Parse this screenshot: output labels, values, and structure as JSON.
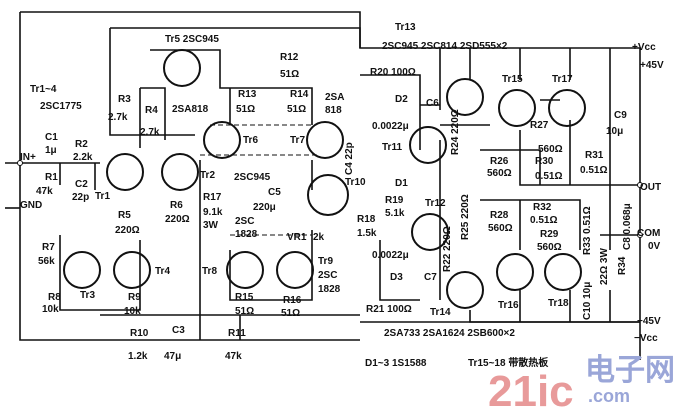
{
  "labels": {
    "tr5": "Tr5 2SC945",
    "tr13": "Tr13",
    "top_parts": "2SC945  2SC814  2SD555×2",
    "vcc_pos": "+Vcc",
    "v_pos": "+45V",
    "r12": "R12",
    "r12v": "51Ω",
    "tr1_4": "Tr1~4",
    "sc1775": "2SC1775",
    "r3": "R3",
    "r3v": "2.7k",
    "r4": "R4",
    "r4v": "2.7k",
    "sa818a": "2SA818",
    "r13": "R13",
    "r13v": "51Ω",
    "r14": "R14",
    "r14v": "51Ω",
    "sa818b1": "2SA",
    "sa818b2": "818",
    "r20": "R20 100Ω",
    "d2": "D2",
    "c6": "C6",
    "c6v": "0.0022μ",
    "tr11": "Tr11",
    "r24": "R24 220Ω",
    "tr15": "Tr15",
    "tr17": "Tr17",
    "r27": "R27",
    "r27v": "560Ω",
    "r26": "R26",
    "r26v": "560Ω",
    "r30": "R30",
    "r30v": "0.51Ω",
    "r31": "R31",
    "r31v": "0.51Ω",
    "c9": "C9",
    "c9v": "10μ",
    "out": "OUT",
    "com": "COM",
    "zero": "0V",
    "c1": "C1",
    "c1v": "1μ",
    "r2": "R2",
    "r2v": "2.2k",
    "in": "IN+",
    "r1": "R1",
    "r1v": "47k",
    "c2": "C2",
    "c2v": "22p",
    "gnd": "GND",
    "tr1": "Tr1",
    "tr2": "Tr2",
    "tr6": "Tr6",
    "tr7": "Tr7",
    "sc945": "2SC945",
    "c5": "C5",
    "c5v": "220μ",
    "tr10": "Tr10",
    "d1": "D1",
    "r19": "R19",
    "r19v": "5.1k",
    "r18": "R18",
    "r18v": "1.5k",
    "vr1": "VR1",
    "vr1v": "2k",
    "c4": "C4 22p",
    "r17": "R17",
    "r17v": "9.1k",
    "r17w": "3W",
    "r5": "R5",
    "r5v": "220Ω",
    "r6": "R6",
    "r6v": "220Ω",
    "r7": "R7",
    "r7v": "56k",
    "r8": "R8",
    "r8v": "10k",
    "tr3": "Tr3",
    "tr4": "Tr4",
    "r9": "R9",
    "r9v": "10k",
    "sc1828a1": "2SC",
    "sc1828a2": "1828",
    "tr8": "Tr8",
    "tr9": "Tr9",
    "sc1828b1": "2SC",
    "sc1828b2": "1828",
    "r15": "R15",
    "r15v": "51Ω",
    "r16": "R16",
    "r16v": "51Ω",
    "r10": "R10",
    "r10v": "1.2k",
    "c3": "C3",
    "c3v": "47μ",
    "r11": "R11",
    "r11v": "47k",
    "tr12": "Tr12",
    "r25": "R25 220Ω",
    "r28": "R28",
    "r28v": "560Ω",
    "r32": "R32",
    "r32v": "0.51Ω",
    "r29": "R29",
    "r29v": "560Ω",
    "r33": "R33 0.51Ω",
    "c8": "C8 0.068μ",
    "c10": "C10 10μ",
    "r34v": "22Ω 3W",
    "r34": "R34",
    "c7v": "0.0022μ",
    "d3": "D3",
    "c7": "C7",
    "r21": "R21 100Ω",
    "tr14": "Tr14",
    "r22": "R22 220Ω",
    "tr16": "Tr16",
    "tr18": "Tr18",
    "v_neg": "−45V",
    "vcc_neg": "−Vcc",
    "bottom_parts": "2SA733  2SA1624  2SB600×2",
    "diodes": "D1~3 1S1588",
    "heatsink": "Tr15~18 带散热板"
  },
  "watermark": {
    "num": "21ic",
    "cn": "电子网",
    "domain": ".com"
  }
}
